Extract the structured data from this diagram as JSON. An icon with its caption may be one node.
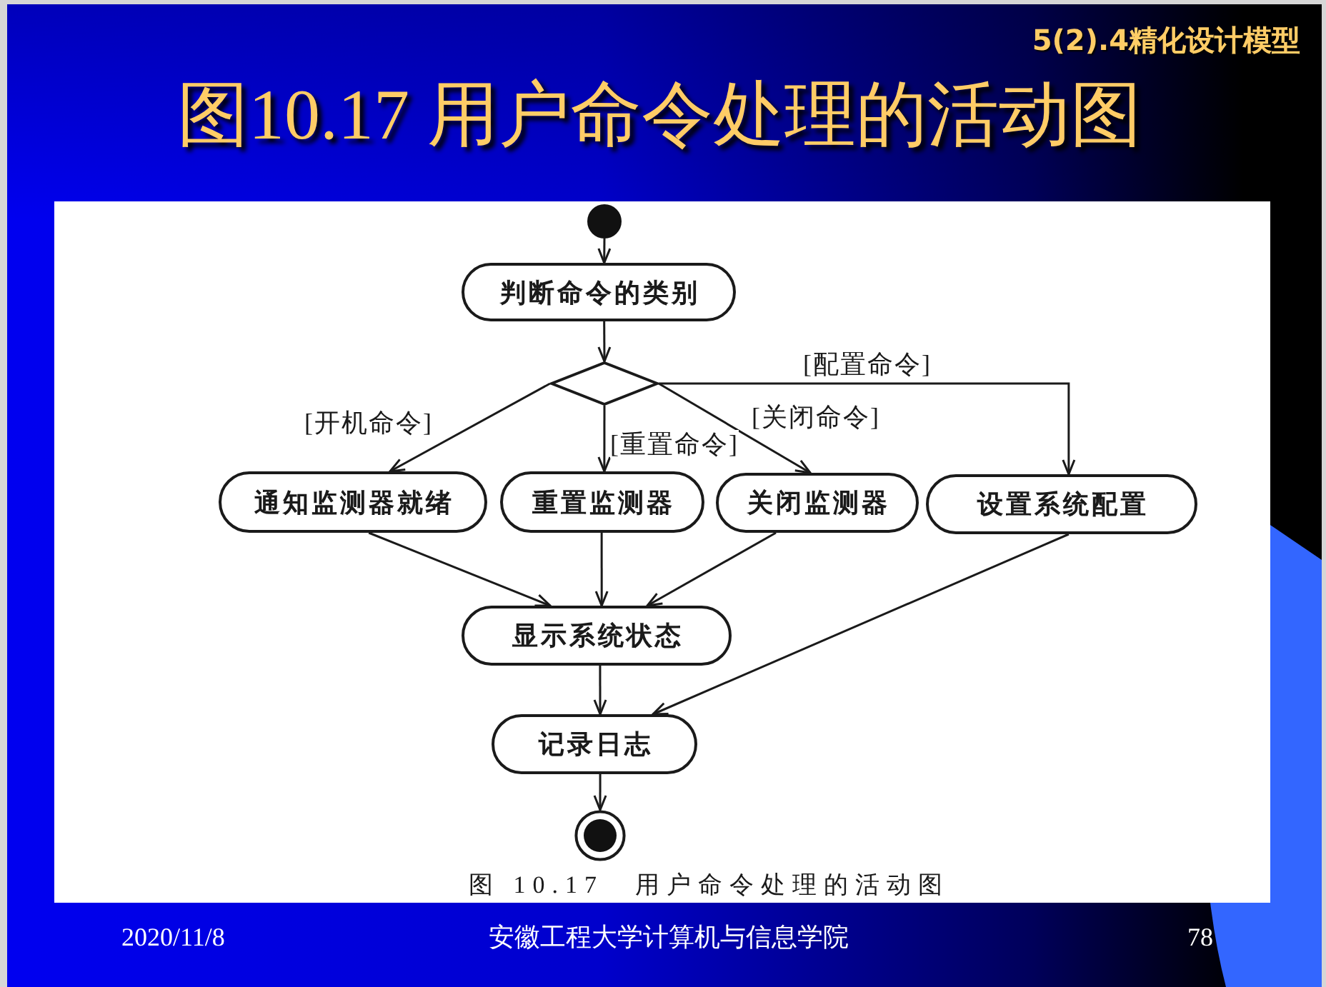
{
  "diagram": {
    "title": "图10.17 用户命令处理的活动图",
    "caption": "图 10.17　用户命令处理的活动图",
    "nodes": [
      {
        "text": [],
        "shape": "circle"
      },
      {
        "text": [
          "判断命令的类别"
        ]
      },
      {
        "text": [],
        "shape": "diamond"
      },
      {
        "text": [
          "通知监测器就绪"
        ]
      },
      {
        "text": [
          "重置监测器"
        ]
      },
      {
        "text": [
          "关闭监测器"
        ]
      },
      {
        "text": [
          "设置系统配置"
        ]
      },
      {
        "text": [
          "显示系统状态"
        ]
      },
      {
        "text": [
          "记录日志"
        ]
      },
      {
        "text": [],
        "shape": "circle"
      }
    ],
    "edges": [
      {
        "from": 0,
        "to": 1,
        "arrow": "to"
      },
      {
        "from": 1,
        "to": 2,
        "arrow": "to"
      },
      {
        "from": 2,
        "to": 3,
        "arrow": "to",
        "label": "[开机命令]"
      },
      {
        "from": 2,
        "to": 4,
        "arrow": "to",
        "label": "[重置命令]"
      },
      {
        "from": 2,
        "to": 5,
        "arrow": "to",
        "label": "[关闭命令]"
      },
      {
        "from": 2,
        "to": 6,
        "arrow": "to",
        "label": "[配置命令]"
      },
      {
        "from": 3,
        "to": 7,
        "arrow": "to"
      },
      {
        "from": 4,
        "to": 7,
        "arrow": "to"
      },
      {
        "from": 5,
        "to": 7,
        "arrow": "to"
      },
      {
        "from": 6,
        "to": 8,
        "arrow": "to"
      },
      {
        "from": 7,
        "to": 8,
        "arrow": "to"
      },
      {
        "from": 8,
        "to": 9,
        "arrow": "to"
      }
    ],
    "labels": [
      "5(2).4精化设计模型",
      "2020/11/8",
      "安徽工程大学计算机与信息学院",
      "78"
    ]
  }
}
